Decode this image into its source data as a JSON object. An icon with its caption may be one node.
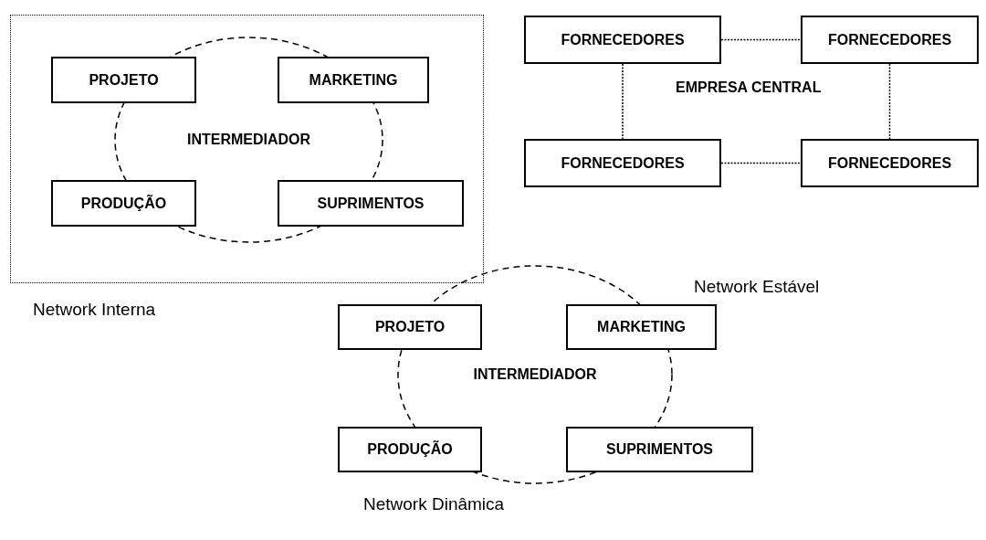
{
  "diagram": {
    "nodes": [
      {
        "text": [
          "Network Interna"
        ]
      },
      {
        "text": [
          "PROJETO"
        ],
        "in": 0
      },
      {
        "text": [
          "MARKETING"
        ],
        "in": 0
      },
      {
        "text": [
          "INTERMEDIADOR"
        ],
        "in": 0
      },
      {
        "text": [
          "PRODUÇÃO"
        ],
        "in": 0
      },
      {
        "text": [
          "SUPRIMENTOS"
        ],
        "in": 0
      },
      {
        "text": [
          "FORNECEDORES"
        ]
      },
      {
        "text": [
          "FORNECEDORES"
        ]
      },
      {
        "text": [
          "FORNECEDORES"
        ]
      },
      {
        "text": [
          "FORNECEDORES"
        ]
      },
      {
        "text": [
          "PROJETO"
        ]
      },
      {
        "text": [
          "MARKETING"
        ]
      },
      {
        "text": [
          "INTERMEDIADOR"
        ]
      },
      {
        "text": [
          "PRODUÇÃO"
        ]
      },
      {
        "text": [
          "SUPRIMENTOS"
        ]
      }
    ],
    "edges": [
      {
        "from": 6,
        "to": 7,
        "arrow": "none",
        "style": "dashed"
      },
      {
        "from": 6,
        "to": 8,
        "arrow": "none",
        "style": "dashed"
      },
      {
        "from": 7,
        "to": 9,
        "arrow": "none",
        "style": "dashed"
      },
      {
        "from": 8,
        "to": 9,
        "arrow": "none",
        "style": "dashed"
      }
    ],
    "labels": [
      "EMPRESA CENTRAL",
      "Network Estável",
      "Network Dinâmica"
    ]
  }
}
